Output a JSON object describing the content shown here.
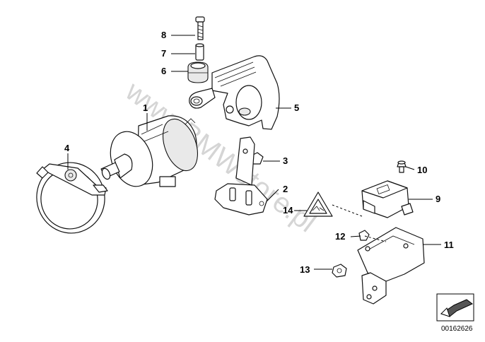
{
  "watermark": "www.BMWstore.pl",
  "diagram_id": "00162626",
  "callouts": {
    "c1": "1",
    "c2": "2",
    "c3": "3",
    "c4": "4",
    "c5": "5",
    "c6": "6",
    "c7": "7",
    "c8": "8",
    "c9": "9",
    "c10": "10",
    "c11": "11",
    "c12": "12",
    "c13": "13",
    "c14": "14"
  }
}
